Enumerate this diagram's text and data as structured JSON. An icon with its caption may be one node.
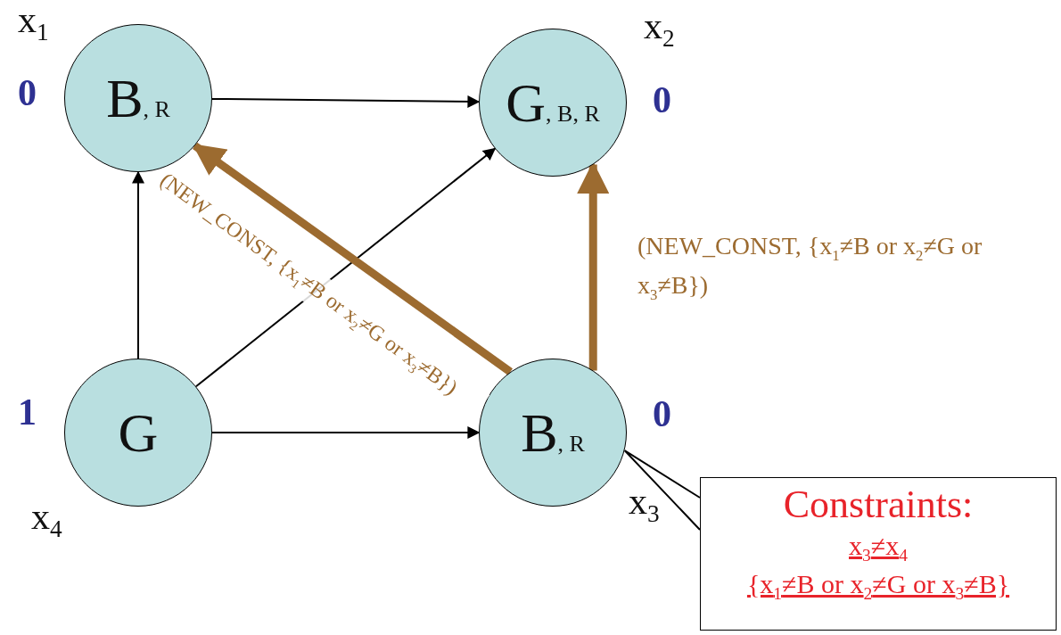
{
  "diagram": {
    "nodes": [
      {
        "text": [
          "B$_{, R}$"
        ],
        "beside": [
          "x$_{1}$",
          "0"
        ]
      },
      {
        "text": [
          "G$_{, B, R}$"
        ],
        "beside": [
          "x$_{2}$",
          "0"
        ]
      },
      {
        "text": [
          "G"
        ],
        "beside": [
          "1",
          "x$_{4}$"
        ]
      },
      {
        "text": [
          "B$_{, R}$"
        ],
        "beside": [
          "0",
          "x$_{3}$"
        ]
      },
      {
        "text": [
          "Constraints:",
          "x$_{3}$≠x$_{4}$",
          "{x$_{1}$≠B or x$_{2}$≠G or x$_{3}$≠B}"
        ]
      }
    ],
    "edges": [
      {
        "from": 0,
        "to": 1,
        "arrow": "to"
      },
      {
        "from": 2,
        "to": 0,
        "arrow": "to"
      },
      {
        "from": 2,
        "to": 1,
        "arrow": "to"
      },
      {
        "from": 2,
        "to": 3,
        "arrow": "to"
      },
      {
        "from": 3,
        "to": 0,
        "arrow": "to",
        "style": "thick",
        "color": "#9c6b30",
        "label": "(NEW_CONST, {x$_{1}$≠B or x$_{2}$≠G or x$_{3}$≠B})"
      },
      {
        "from": 3,
        "to": 1,
        "arrow": "to",
        "style": "thick",
        "color": "#9c6b30",
        "label": "(NEW_CONST, {x$_{1}$≠B or x$_{2}$≠G or x$_{3}$≠B})"
      },
      {
        "from": 4,
        "to": 3,
        "arrow": "none"
      }
    ]
  }
}
